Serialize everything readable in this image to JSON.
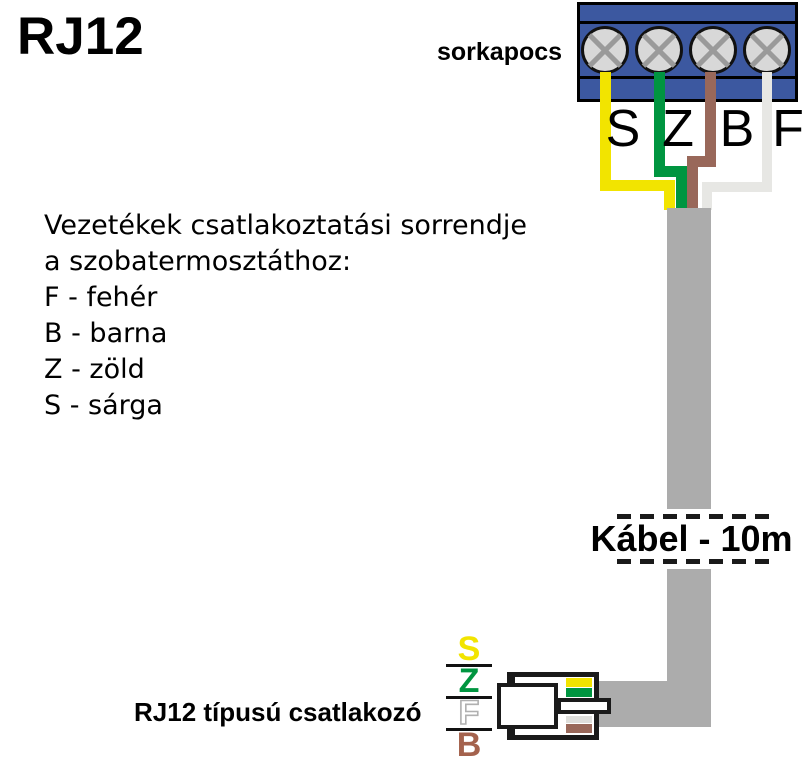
{
  "title": "RJ12",
  "terminal": {
    "label": "sorkapocs",
    "letters": [
      "S",
      "Z",
      "B",
      "F"
    ]
  },
  "description": {
    "line1": "Vezetékek csatlakoztatási sorrendje",
    "line2": "a szobatermosztáthoz:",
    "items": [
      "F - fehér",
      "B - barna",
      "Z - zöld",
      "S - sárga"
    ]
  },
  "cable": {
    "label": "Kábel - 10m"
  },
  "connector": {
    "label": "RJ12 típusú csatlakozó",
    "pins": [
      "S",
      "Z",
      "F",
      "B"
    ]
  },
  "colors": {
    "block_blue": "#3C58A0",
    "screw_gray": "#D8D8D8",
    "screw_cross": "#9A9A9A",
    "wire_yellow": "#F2E400",
    "wire_green": "#009540",
    "wire_brown": "#99685A",
    "wire_white": "#E7E7E4",
    "stripe_white": "#DEDEDB",
    "cable_gray": "#ACACAC",
    "letter_f_outline": "#B0B0B0",
    "letter_b_brown": "#A4624D"
  }
}
